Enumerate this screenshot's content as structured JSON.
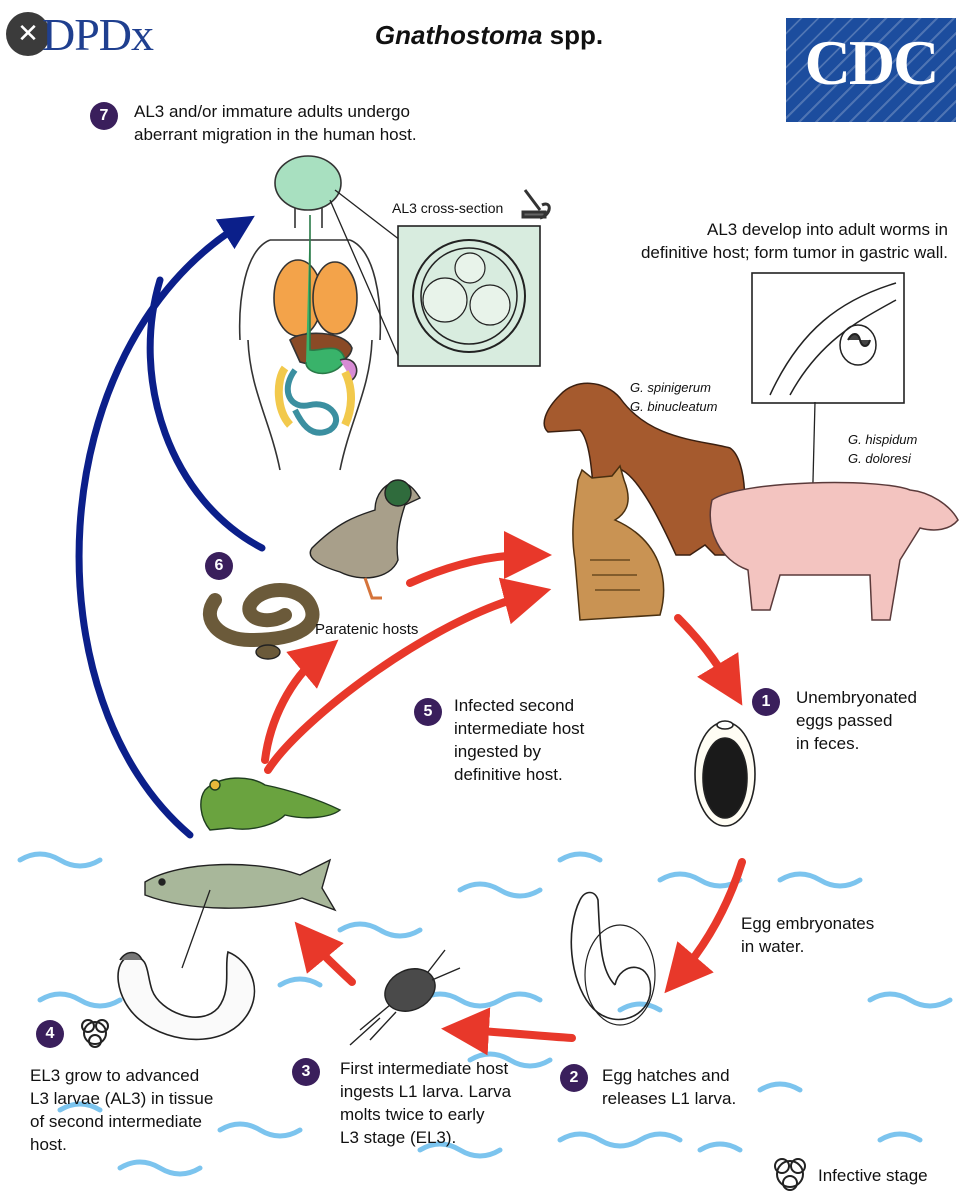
{
  "header": {
    "title_italic": "Gnathostoma",
    "title_rest": " spp.",
    "dpdx_logo": "DPDx",
    "cdc_logo": "CDC",
    "close_icon": "close-icon"
  },
  "steps": {
    "s7": {
      "num": "7",
      "text": "AL3 and/or immature adults undergo\naberrant migration in the human host."
    },
    "s1": {
      "num": "1",
      "text": "Unembryonated\neggs passed\nin feces."
    },
    "s2": {
      "num": "2",
      "text": "Egg hatches and\nreleases L1 larva."
    },
    "s3": {
      "num": "3",
      "text": "First intermediate host\ningests L1 larva. Larva\nmolts twice to early\nL3 stage (EL3)."
    },
    "s4": {
      "num": "4",
      "text": "EL3 grow to advanced\nL3 larvae (AL3) in tissue\nof second intermediate\nhost."
    },
    "s5": {
      "num": "5",
      "text": "Infected second\nintermediate host\ningested by\ndefinitive host."
    },
    "s6": {
      "num": "6"
    }
  },
  "labels": {
    "al3_cross_section": "AL3 cross-section",
    "definitive_host": "AL3 develop into adult worms in\ndefinitive host; form tumor in gastric wall.",
    "species_dog_cat": "G. spinigerum\nG. binucleatum",
    "species_pig": "G. hispidum\nG. doloresi",
    "paratenic_hosts": "Paratenic hosts",
    "egg_embryonates": "Egg embryonates\nin water.",
    "infective_stage": "Infective stage"
  },
  "colors": {
    "badge": "#3a1f5c",
    "blue_arrow": "#0b1f8a",
    "red_arrow": "#e8382a",
    "water": "#7cc4ee",
    "cdc_blue": "#1c4d9e"
  },
  "icons": [
    "microscope-icon",
    "biohazard-icon"
  ]
}
